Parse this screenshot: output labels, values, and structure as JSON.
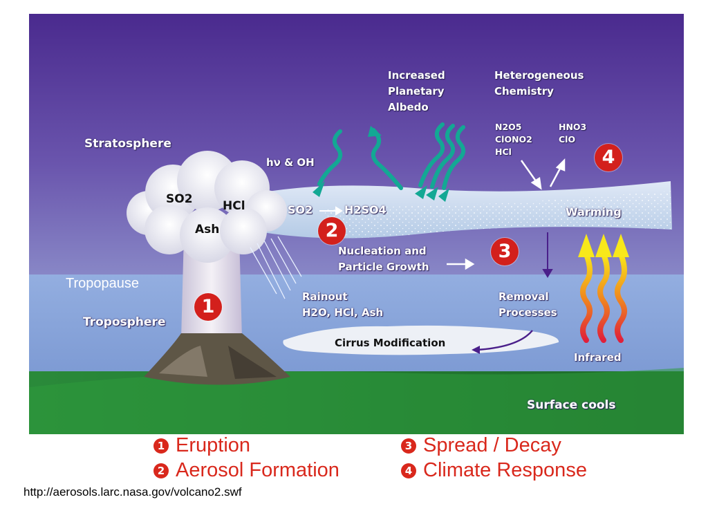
{
  "regions": {
    "stratosphere": "Stratosphere",
    "troposphere": "Troposphere",
    "tropopause": "Tropopause",
    "surface": "Surface cools"
  },
  "plume": {
    "so2": "SO2",
    "hcl": "HCl",
    "ash": "Ash"
  },
  "labels": {
    "hv_oh": "hν & OH",
    "albedo": [
      "Increased",
      "Planetary",
      "Albedo"
    ],
    "hetero": [
      "Heterogeneous",
      "Chemistry"
    ],
    "reaction_left": "SO2",
    "reaction_right": "H2SO4",
    "nucleation": [
      "Nucleation and",
      "Particle Growth"
    ],
    "warming": "Warming",
    "rainout": [
      "Rainout",
      "H2O, HCl, Ash"
    ],
    "removal": [
      "Removal",
      "Processes"
    ],
    "cirrus": "Cirrus Modification",
    "infrared": "Infrared"
  },
  "chemistry": {
    "left": [
      "N2O5",
      "ClONO2",
      "HCl"
    ],
    "right": [
      "HNO3",
      "ClO"
    ]
  },
  "badges": [
    "1",
    "2",
    "3",
    "4"
  ],
  "legend": [
    {
      "number": "1",
      "label": "Eruption"
    },
    {
      "number": "2",
      "label": "Aerosol Formation"
    },
    {
      "number": "3",
      "label": "Spread / Decay"
    },
    {
      "number": "4",
      "label": "Climate Response"
    }
  ],
  "source_url": "http://aerosols.larc.nasa.gov/volcano2.swf",
  "colors": {
    "sky_top": "#4a2a8e",
    "sky_mid": "#7d78c0",
    "troposphere": "#8ea8d8",
    "ground": "#2f8a3a",
    "badge_red": "#d3201c",
    "arrow_teal": "#13a894",
    "arrow_purple": "#4a1f8a"
  }
}
